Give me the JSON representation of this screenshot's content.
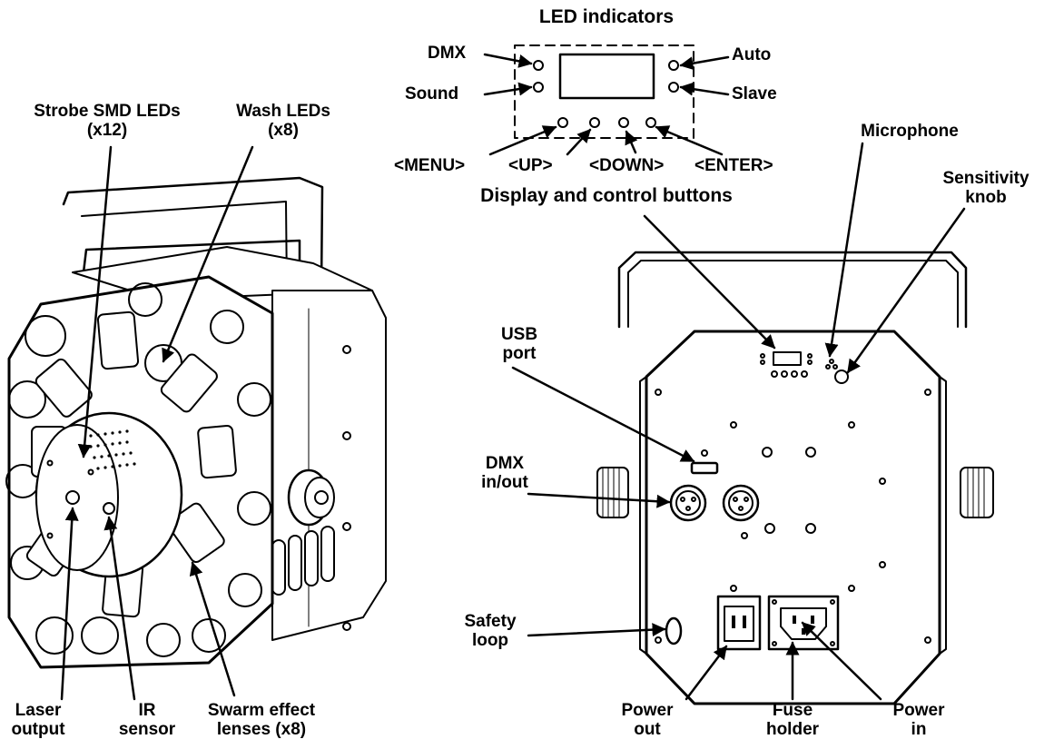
{
  "labels": {
    "led_indicators": "LED indicators",
    "dmx": "DMX",
    "sound": "Sound",
    "auto": "Auto",
    "slave": "Slave",
    "menu": "<MENU>",
    "up": "<UP>",
    "down": "<DOWN>",
    "enter": "<ENTER>",
    "display_buttons": "Display and control buttons",
    "strobe_1": "Strobe SMD LEDs",
    "strobe_2": "(x12)",
    "wash_1": "Wash LEDs",
    "wash_2": "(x8)",
    "microphone": "Microphone",
    "sensitivity_1": "Sensitivity",
    "sensitivity_2": "knob",
    "usb_1": "USB",
    "usb_2": "port",
    "dmxio_1": "DMX",
    "dmxio_2": "in/out",
    "safety_1": "Safety",
    "safety_2": "loop",
    "laser_1": "Laser",
    "laser_2": "output",
    "ir_1": "IR",
    "ir_2": "sensor",
    "swarm_1": "Swarm effect",
    "swarm_2": "lenses (x8)",
    "powerout_1": "Power",
    "powerout_2": "out",
    "fuse_1": "Fuse",
    "fuse_2": "holder",
    "powerin_1": "Power",
    "powerin_2": "in"
  },
  "colors": {
    "ink": "#000000",
    "fill": "#ffffff",
    "shade": "#d9d9d9"
  }
}
